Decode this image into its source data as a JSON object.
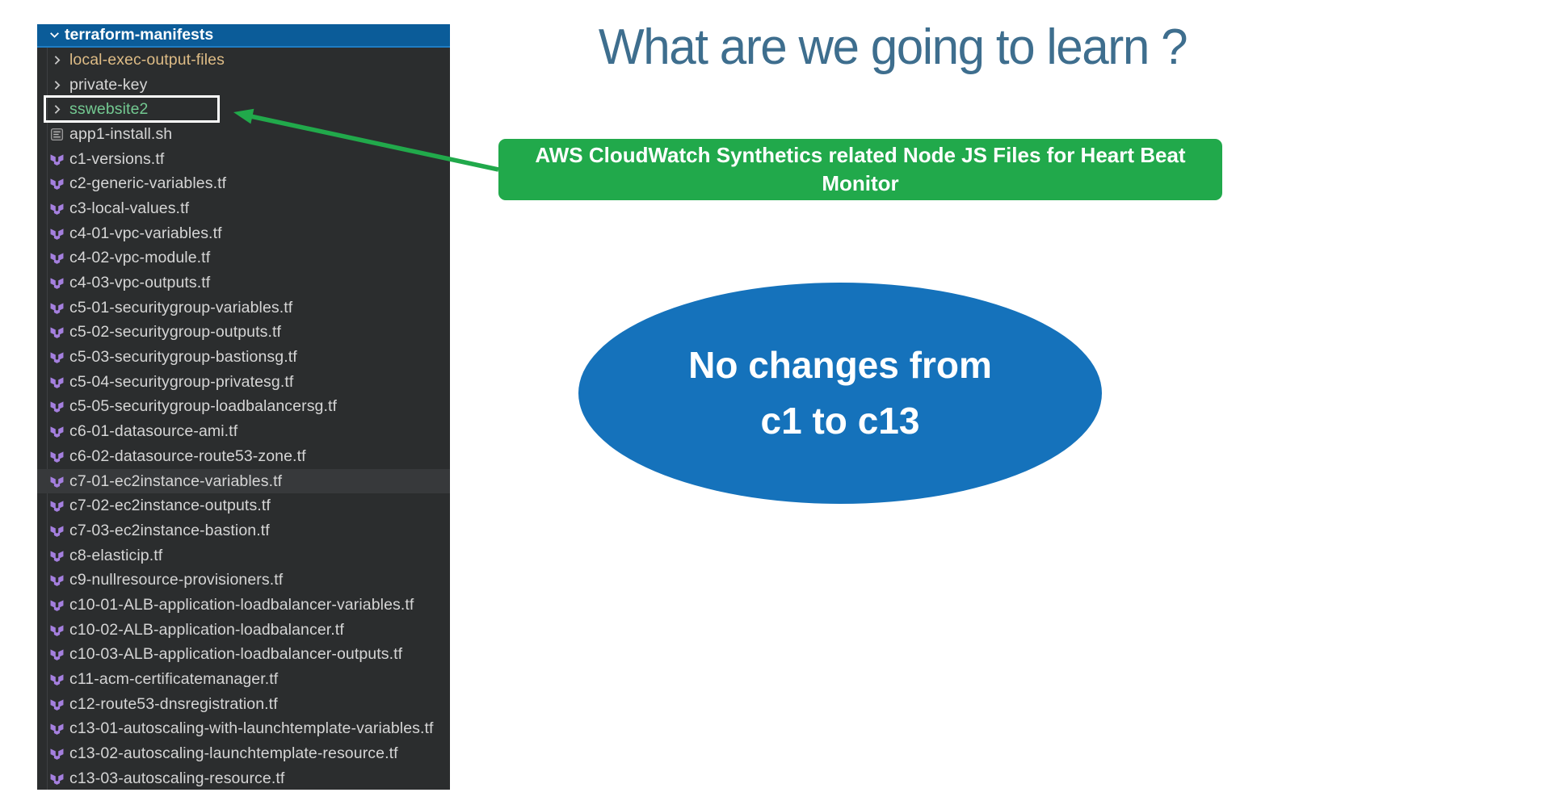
{
  "explorer": {
    "root_label": "terraform-manifests",
    "items": [
      {
        "label": "local-exec-output-files",
        "kind": "folder",
        "icon": "chevron",
        "state": "modified"
      },
      {
        "label": "private-key",
        "kind": "folder",
        "icon": "chevron",
        "state": "default"
      },
      {
        "label": "sswebsite2",
        "kind": "folder",
        "icon": "chevron",
        "state": "untracked",
        "boxed": true
      },
      {
        "label": "app1-install.sh",
        "kind": "file",
        "icon": "shell",
        "state": "default"
      },
      {
        "label": "c1-versions.tf",
        "kind": "file",
        "icon": "terraform",
        "state": "default"
      },
      {
        "label": "c2-generic-variables.tf",
        "kind": "file",
        "icon": "terraform",
        "state": "default"
      },
      {
        "label": "c3-local-values.tf",
        "kind": "file",
        "icon": "terraform",
        "state": "default"
      },
      {
        "label": "c4-01-vpc-variables.tf",
        "kind": "file",
        "icon": "terraform",
        "state": "default"
      },
      {
        "label": "c4-02-vpc-module.tf",
        "kind": "file",
        "icon": "terraform",
        "state": "default"
      },
      {
        "label": "c4-03-vpc-outputs.tf",
        "kind": "file",
        "icon": "terraform",
        "state": "default"
      },
      {
        "label": "c5-01-securitygroup-variables.tf",
        "kind": "file",
        "icon": "terraform",
        "state": "default"
      },
      {
        "label": "c5-02-securitygroup-outputs.tf",
        "kind": "file",
        "icon": "terraform",
        "state": "default"
      },
      {
        "label": "c5-03-securitygroup-bastionsg.tf",
        "kind": "file",
        "icon": "terraform",
        "state": "default"
      },
      {
        "label": "c5-04-securitygroup-privatesg.tf",
        "kind": "file",
        "icon": "terraform",
        "state": "default"
      },
      {
        "label": "c5-05-securitygroup-loadbalancersg.tf",
        "kind": "file",
        "icon": "terraform",
        "state": "default"
      },
      {
        "label": "c6-01-datasource-ami.tf",
        "kind": "file",
        "icon": "terraform",
        "state": "default"
      },
      {
        "label": "c6-02-datasource-route53-zone.tf",
        "kind": "file",
        "icon": "terraform",
        "state": "default"
      },
      {
        "label": "c7-01-ec2instance-variables.tf",
        "kind": "file",
        "icon": "terraform",
        "state": "default",
        "highlighted": true
      },
      {
        "label": "c7-02-ec2instance-outputs.tf",
        "kind": "file",
        "icon": "terraform",
        "state": "default"
      },
      {
        "label": "c7-03-ec2instance-bastion.tf",
        "kind": "file",
        "icon": "terraform",
        "state": "default"
      },
      {
        "label": "c8-elasticip.tf",
        "kind": "file",
        "icon": "terraform",
        "state": "default"
      },
      {
        "label": "c9-nullresource-provisioners.tf",
        "kind": "file",
        "icon": "terraform",
        "state": "default"
      },
      {
        "label": "c10-01-ALB-application-loadbalancer-variables.tf",
        "kind": "file",
        "icon": "terraform",
        "state": "default"
      },
      {
        "label": "c10-02-ALB-application-loadbalancer.tf",
        "kind": "file",
        "icon": "terraform",
        "state": "default"
      },
      {
        "label": "c10-03-ALB-application-loadbalancer-outputs.tf",
        "kind": "file",
        "icon": "terraform",
        "state": "default"
      },
      {
        "label": "c11-acm-certificatemanager.tf",
        "kind": "file",
        "icon": "terraform",
        "state": "default"
      },
      {
        "label": "c12-route53-dnsregistration.tf",
        "kind": "file",
        "icon": "terraform",
        "state": "default"
      },
      {
        "label": "c13-01-autoscaling-with-launchtemplate-variables.tf",
        "kind": "file",
        "icon": "terraform",
        "state": "default"
      },
      {
        "label": "c13-02-autoscaling-launchtemplate-resource.tf",
        "kind": "file",
        "icon": "terraform",
        "state": "default"
      },
      {
        "label": "c13-03-autoscaling-resource.tf",
        "kind": "file",
        "icon": "terraform",
        "state": "default"
      }
    ]
  },
  "slide": {
    "title": "What are we going to learn ?",
    "callout": {
      "line1": "AWS CloudWatch Synthetics related Node JS Files for Heart Beat",
      "line2": "Monitor"
    },
    "ellipse": {
      "line1": "No changes from",
      "line2": "c1 to c13"
    }
  },
  "icons": {
    "root_chevron": "chevron-down-icon",
    "folder_chevron": "chevron-right-icon",
    "terraform": "terraform-file-icon",
    "shell": "shell-script-icon"
  },
  "colors": {
    "callout_green": "#21A94B",
    "arrow_green": "#21A94B",
    "ellipse_blue": "#1572BB",
    "title_blue": "#3E6E8E",
    "selected_folder_bg": "#0B5C99",
    "git_modified": "#DEBC86",
    "git_untracked": "#73C991",
    "file_label": "#D5D5D5",
    "terraform_purple": "#A47FDE"
  }
}
